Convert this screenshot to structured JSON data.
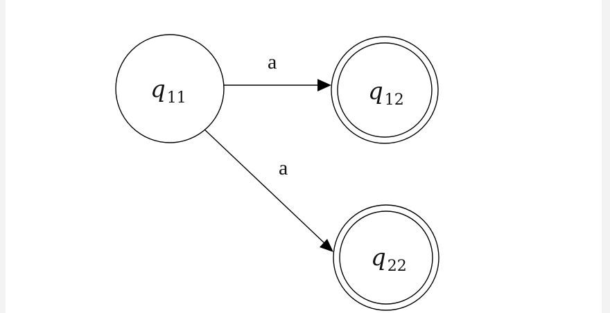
{
  "diagram": {
    "background": "#ffffff",
    "line_color": "#000000",
    "states": [
      {
        "id": "q11",
        "base": "q",
        "subscript": "11",
        "accepting": false
      },
      {
        "id": "q12",
        "base": "q",
        "subscript": "12",
        "accepting": true
      },
      {
        "id": "q22",
        "base": "q",
        "subscript": "22",
        "accepting": true
      }
    ],
    "transitions": [
      {
        "from": "q11",
        "to": "q12",
        "label": "a"
      },
      {
        "from": "q11",
        "to": "q22",
        "label": "a"
      }
    ]
  }
}
